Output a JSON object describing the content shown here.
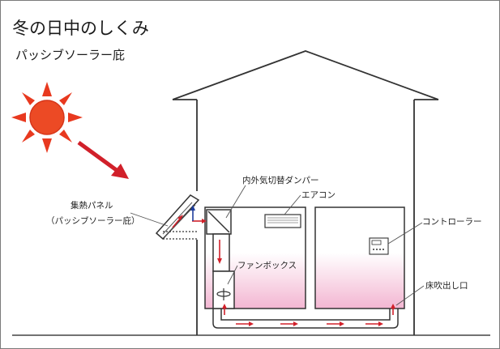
{
  "title": "冬の日中のしくみ",
  "subtitle": "パッシブソーラー庇",
  "labels": {
    "collector_line1": "集熱パネル",
    "collector_line2": "（パッシブソーラー庇）",
    "damper": "内外気切替ダンパー",
    "aircon": "エアコン",
    "controller": "コントローラー",
    "fanbox": "ファンボックス",
    "outlet": "床吹出し口"
  },
  "colors": {
    "sun": "#e8391f",
    "arrow": "#d1202a",
    "up_arrow": "#1f3e9c",
    "outline": "#333333",
    "floor_gradient_top": "#ffffff",
    "floor_gradient_bottom": "#f3b6d2"
  },
  "icons": [
    "sun-icon",
    "sunlight-arrow-icon",
    "fan-icon",
    "airflow-arrow-icon"
  ]
}
